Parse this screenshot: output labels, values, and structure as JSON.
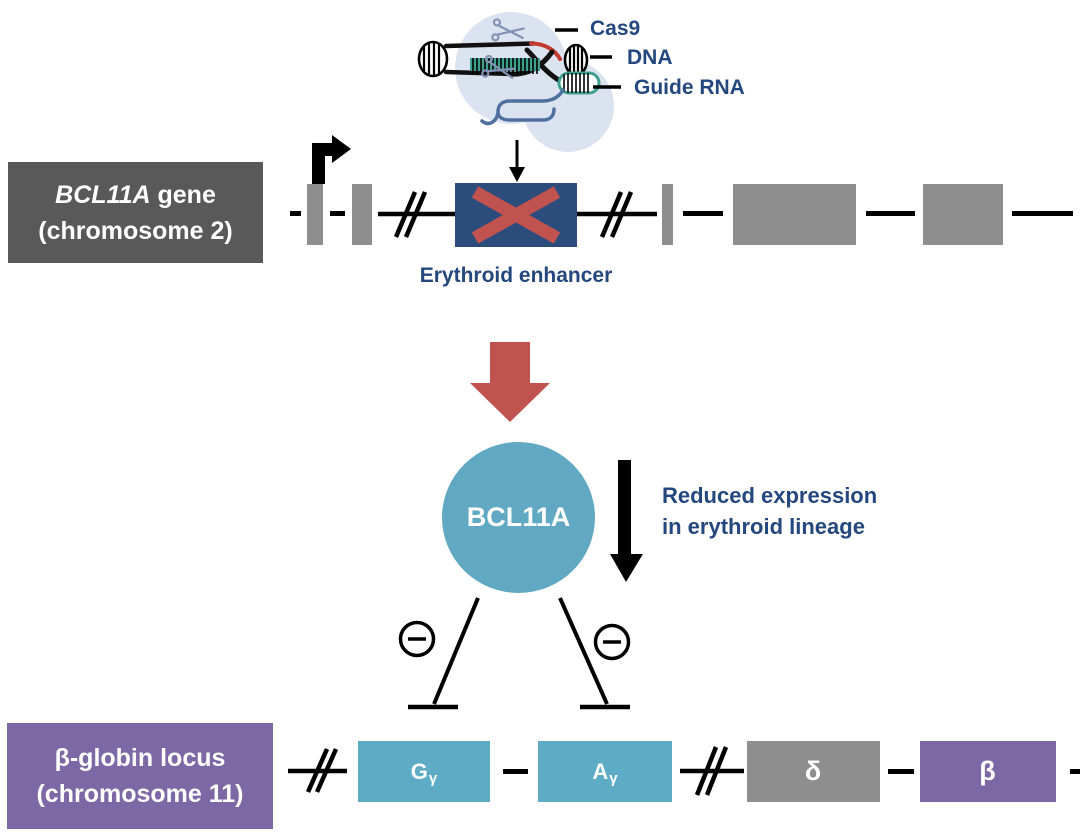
{
  "figure": {
    "crispr_complex": {
      "cas9_label": "Cas9",
      "dna_label": "DNA",
      "guide_rna_label": "Guide RNA"
    },
    "gene_track": {
      "name_italic": "BCL11A",
      "name_suffix": " gene",
      "chromosome": "(chromosome 2)",
      "enhancer_caption": "Erythroid enhancer"
    },
    "regulation": {
      "protein": "BCL11A",
      "note_line1": "Reduced expression",
      "note_line2": "in erythroid lineage"
    },
    "globin_track": {
      "name": "β-globin locus",
      "chromosome": "(chromosome 11)",
      "genes": [
        {
          "symbol": "G",
          "subscript": "γ"
        },
        {
          "symbol": "A",
          "subscript": "γ"
        },
        {
          "symbol": "δ",
          "subscript": ""
        },
        {
          "symbol": "β",
          "subscript": ""
        }
      ]
    },
    "icons": {
      "scissors": "✂",
      "minus_circle": "⊖",
      "promoter_arrow": "↱",
      "inhibition_bar": "⊣",
      "down_arrow": "↓"
    },
    "colors": {
      "accent_red": "#c0534f",
      "navy": "#2c4c7c",
      "teal_circle": "#61a8c3",
      "teal_box": "#5dabc5",
      "purple": "#7b68a4",
      "exon_gray": "#8e8e8e",
      "label_gray": "#595959",
      "text_blue": "#24477e",
      "rna_teal": "#3fa08f",
      "scaffold_blue": "#4f709e",
      "blob_fill": "#dce3f0"
    }
  }
}
